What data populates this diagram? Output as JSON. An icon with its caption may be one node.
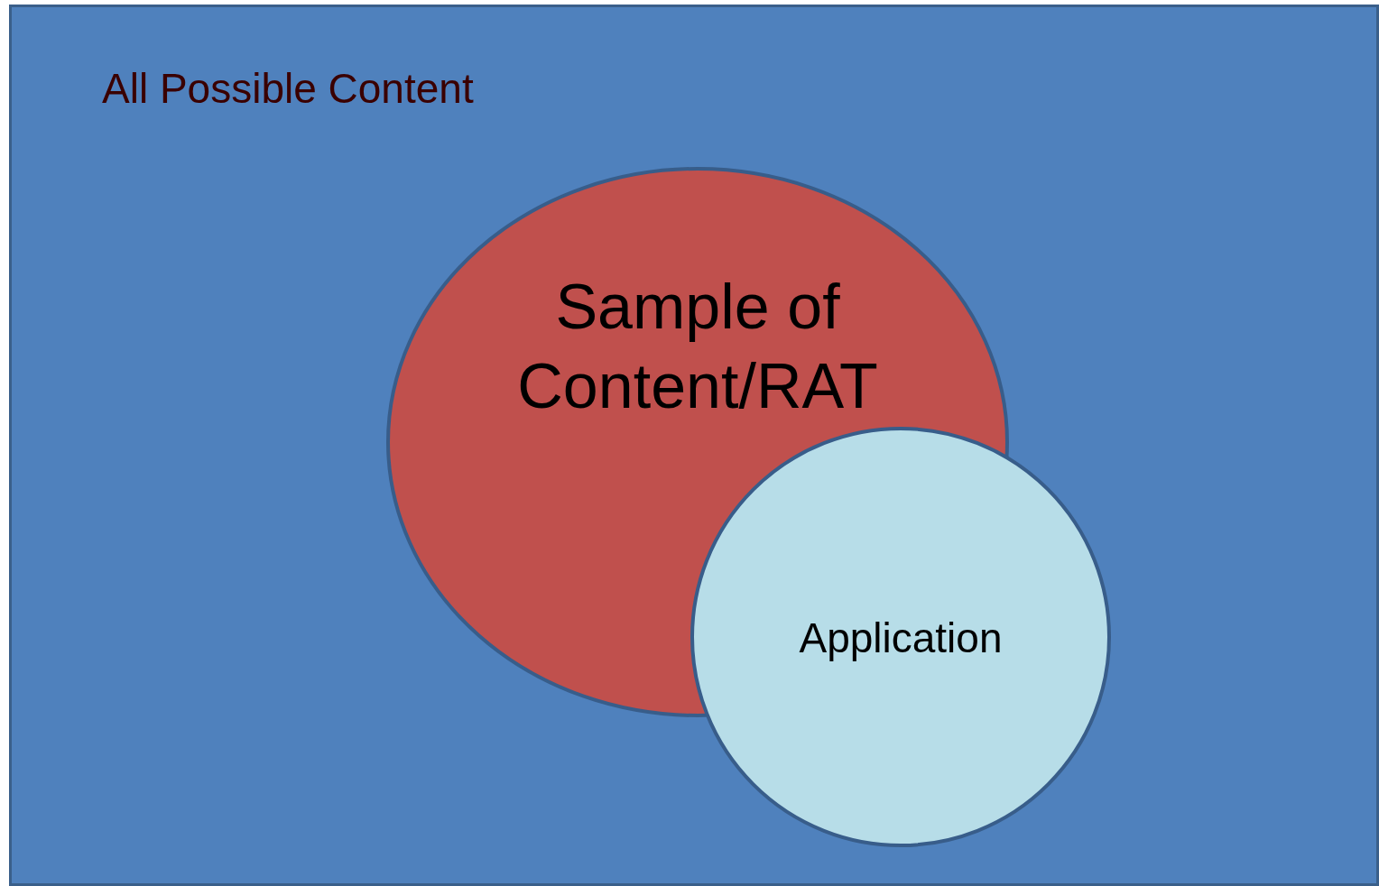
{
  "diagram": {
    "nodes": [
      {
        "text": [
          "All Possible Content"
        ]
      },
      {
        "text": [
          "Sample of Content/RAT"
        ],
        "in": 0
      },
      {
        "text": [
          "Application"
        ],
        "in": 0
      }
    ],
    "edges": []
  }
}
